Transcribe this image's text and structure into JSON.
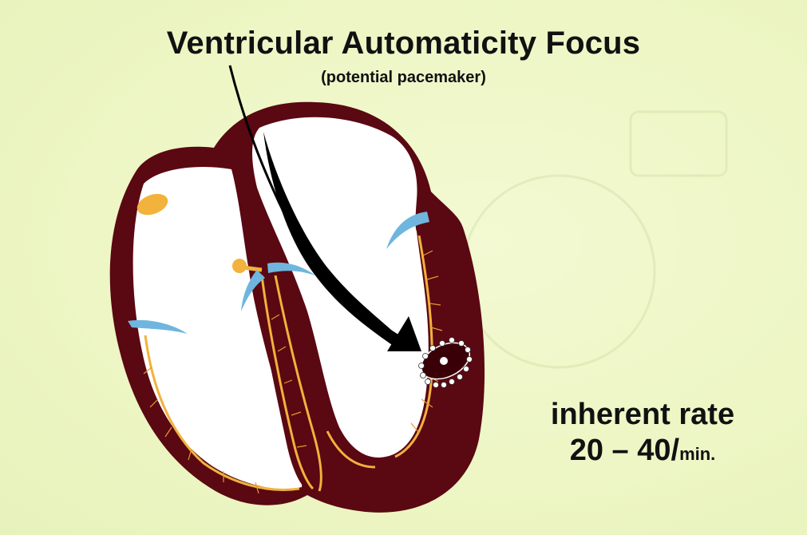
{
  "title": "Ventricular Automaticity Focus",
  "subtitle": "(potential pacemaker)",
  "rate": {
    "label": "inherent rate",
    "value": "20 – 40",
    "slash": "/",
    "unit": "min."
  },
  "colors": {
    "background": "#eef7c6",
    "myocardium": "#5a0812",
    "conduction": "#f2b23c",
    "chamber": "#ffffff",
    "valve": "#6fb6df",
    "arrow": "#000000"
  }
}
